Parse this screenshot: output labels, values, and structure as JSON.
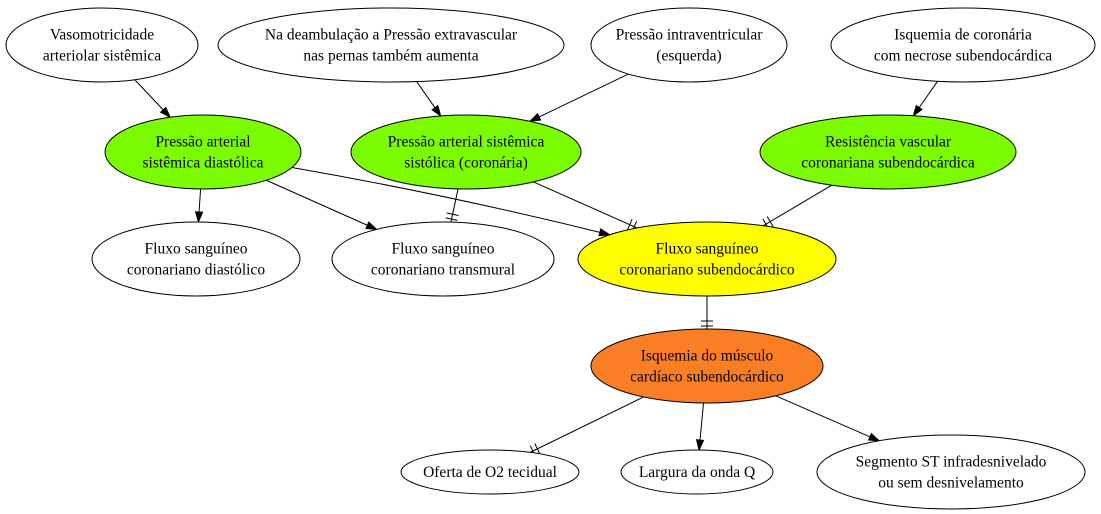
{
  "nodes": [
    {
      "id": "vasomotricidade",
      "lines": [
        "Vasomotricidade",
        "arteriolar sistêmica"
      ],
      "color": "#ffffff"
    },
    {
      "id": "deambulacao",
      "lines": [
        "Na deambulação a Pressão extravascular",
        "nas pernas também aumenta"
      ],
      "color": "#ffffff"
    },
    {
      "id": "pressao-intraventricular",
      "lines": [
        "Pressão intraventricular",
        "(esquerda)"
      ],
      "color": "#ffffff"
    },
    {
      "id": "isquemia-coronaria",
      "lines": [
        "Isquemia de coronária",
        "com necrose subendocárdica"
      ],
      "color": "#ffffff"
    },
    {
      "id": "pressao-diastolica",
      "lines": [
        "Pressão arterial",
        "sistêmica diastólica"
      ],
      "color": "#7cfc00"
    },
    {
      "id": "pressao-sistolica",
      "lines": [
        "Pressão arterial sistêmica",
        "sistólica (coronária)"
      ],
      "color": "#7cfc00"
    },
    {
      "id": "resistencia",
      "lines": [
        "Resistência vascular",
        "coronariana subendocárdica"
      ],
      "color": "#7cfc00"
    },
    {
      "id": "fluxo-diastolico",
      "lines": [
        "Fluxo sanguíneo",
        "coronariano diastólico"
      ],
      "color": "#ffffff"
    },
    {
      "id": "fluxo-transmural",
      "lines": [
        "Fluxo sanguíneo",
        "coronariano transmural"
      ],
      "color": "#ffffff"
    },
    {
      "id": "fluxo-subendocardico",
      "lines": [
        "Fluxo sanguíneo",
        "coronariano subendocárdico"
      ],
      "color": "#ffff00"
    },
    {
      "id": "isquemia-musculo",
      "lines": [
        "Isquemia do músculo",
        "cardíaco subendocárdico"
      ],
      "color": "#fa7f24"
    },
    {
      "id": "oferta-o2",
      "lines": [
        "Oferta de O2 tecidual"
      ],
      "color": "#ffffff"
    },
    {
      "id": "largura-q",
      "lines": [
        "Largura da onda Q"
      ],
      "color": "#ffffff"
    },
    {
      "id": "segmento-st",
      "lines": [
        "Segmento ST infradesnivelado",
        "ou sem desnivelamento"
      ],
      "color": "#ffffff"
    }
  ],
  "edges": [
    {
      "from": "vasomotricidade",
      "to": "pressao-diastolica",
      "marker": "arrow"
    },
    {
      "from": "deambulacao",
      "to": "pressao-sistolica",
      "marker": "arrow"
    },
    {
      "from": "pressao-intraventricular",
      "to": "pressao-sistolica",
      "marker": "arrow"
    },
    {
      "from": "isquemia-coronaria",
      "to": "resistencia",
      "marker": "arrow"
    },
    {
      "from": "pressao-diastolica",
      "to": "fluxo-diastolico",
      "marker": "arrow"
    },
    {
      "from": "pressao-diastolica",
      "to": "fluxo-transmural",
      "marker": "arrow"
    },
    {
      "from": "pressao-diastolica",
      "to": "fluxo-subendocardico",
      "marker": "arrow"
    },
    {
      "from": "pressao-sistolica",
      "to": "fluxo-transmural",
      "marker": "tee"
    },
    {
      "from": "pressao-sistolica",
      "to": "fluxo-subendocardico",
      "marker": "tee"
    },
    {
      "from": "resistencia",
      "to": "fluxo-subendocardico",
      "marker": "tee"
    },
    {
      "from": "fluxo-subendocardico",
      "to": "isquemia-musculo",
      "marker": "tee"
    },
    {
      "from": "isquemia-musculo",
      "to": "oferta-o2",
      "marker": "tee"
    },
    {
      "from": "isquemia-musculo",
      "to": "largura-q",
      "marker": "arrow"
    },
    {
      "from": "isquemia-musculo",
      "to": "segmento-st",
      "marker": "arrow"
    }
  ]
}
